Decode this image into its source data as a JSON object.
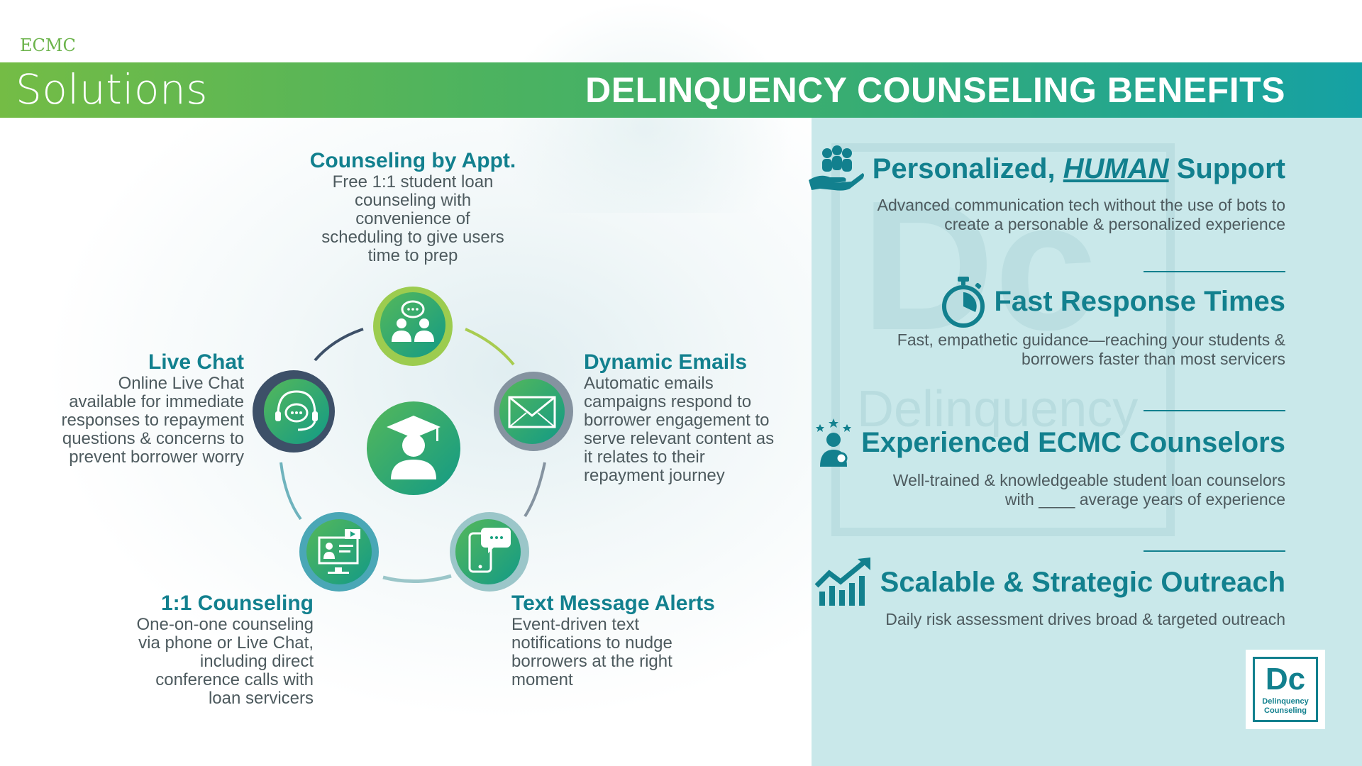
{
  "brand": "ECMC",
  "header": {
    "section": "Solutions",
    "title": "DELINQUENCY COUNSELING BENEFITS"
  },
  "cycle": {
    "center_icon": "graduate-student-icon",
    "nodes": [
      {
        "id": "appt",
        "title": "Counseling by Appt.",
        "icon": "group-chat-icon",
        "lines": [
          "Free 1:1 student loan",
          "counseling with",
          "convenience of",
          "scheduling to give users",
          "time to prep"
        ]
      },
      {
        "id": "emails",
        "title": "Dynamic Emails",
        "icon": "envelope-icon",
        "lines": [
          "Automatic emails",
          "campaigns respond to",
          "borrower engagement to",
          "serve relevant content as",
          "it relates to their",
          "repayment journey"
        ]
      },
      {
        "id": "text",
        "title": "Text Message Alerts",
        "icon": "phone-message-icon",
        "lines": [
          "Event-driven text",
          "notifications to nudge",
          "borrowers at the right",
          "moment"
        ]
      },
      {
        "id": "oneone",
        "title": "1:1 Counseling",
        "icon": "video-conference-icon",
        "lines": [
          "One-on-one counseling",
          "via phone or Live Chat,",
          "including direct",
          "conference calls with",
          "loan servicers"
        ]
      },
      {
        "id": "chat",
        "title": "Live Chat",
        "icon": "headset-chat-icon",
        "lines": [
          "Online Live Chat",
          "available for immediate",
          "responses to repayment",
          "questions & concerns to",
          "prevent borrower worry"
        ]
      }
    ]
  },
  "benefits": [
    {
      "icon": "hand-people-icon",
      "title_pre": "Personalized, ",
      "title_em": "HUMAN",
      "title_post": " Support",
      "lines": [
        "Advanced communication tech without the use of bots to",
        "create a personable & personalized experience"
      ]
    },
    {
      "icon": "stopwatch-icon",
      "title": "Fast Response Times",
      "lines": [
        "Fast, empathetic guidance—reaching your students &",
        "borrowers faster than most servicers"
      ]
    },
    {
      "icon": "expert-star-icon",
      "title": "Experienced ECMC Counselors",
      "lines": [
        "Well-trained & knowledgeable student loan counselors",
        "with ____ average years of experience"
      ]
    },
    {
      "icon": "growth-chart-icon",
      "title": "Scalable & Strategic Outreach",
      "lines": [
        "Daily risk assessment drives broad & targeted outreach"
      ]
    }
  ],
  "watermark": {
    "mark": "Dc",
    "text": "Delinquency"
  },
  "logo": {
    "mark": "Dc",
    "line1": "Delinquency",
    "line2": "Counseling"
  },
  "colors": {
    "teal": "#12808e",
    "green": "#6bb34a",
    "gray_text": "#4d5a5e",
    "panel": "#c9e8ea"
  }
}
